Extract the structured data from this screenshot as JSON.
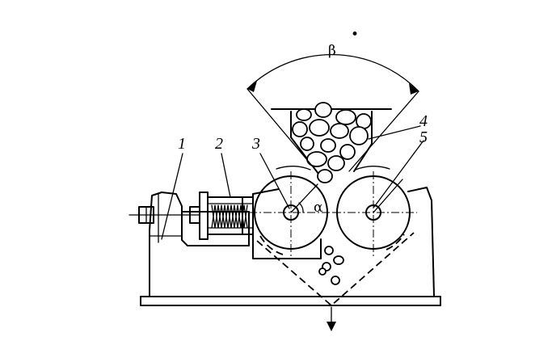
{
  "labels": {
    "part1": "1",
    "part2": "2",
    "part3": "3",
    "part4": "4",
    "part5": "5"
  },
  "angles": {
    "beta": "β",
    "alpha": "α"
  },
  "marks": {
    "corner": "•"
  }
}
